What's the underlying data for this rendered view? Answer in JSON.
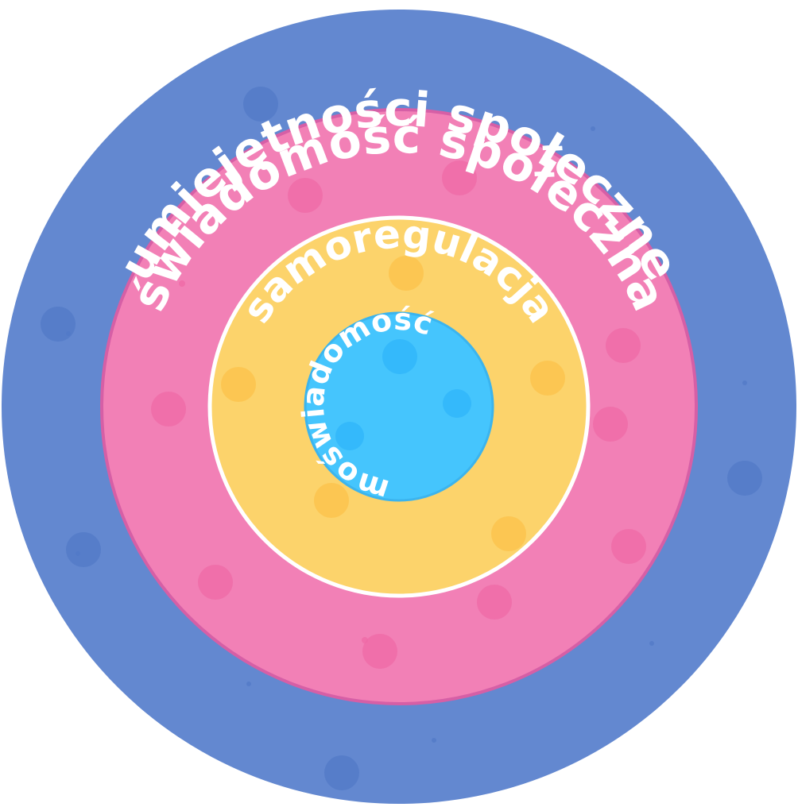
{
  "rings": [
    {
      "id": "outer",
      "label": "umiejętności społeczne",
      "color": "#6388d0",
      "dot_color": "#5179c7"
    },
    {
      "id": "pink",
      "label": "świadomość społeczna",
      "color": "#f280b6",
      "border_color": "#d65fa6",
      "dot_color": "#ef69a6"
    },
    {
      "id": "yellow",
      "label": "samoregulacja",
      "color": "#fcd36b",
      "border_color": "#ffffff",
      "dot_color": "#fcc24a"
    },
    {
      "id": "core",
      "label": "samoświadomość",
      "color": "#45c5fd",
      "border_color": "#3bb4ee",
      "dot_color": "#2fb4f9"
    }
  ]
}
